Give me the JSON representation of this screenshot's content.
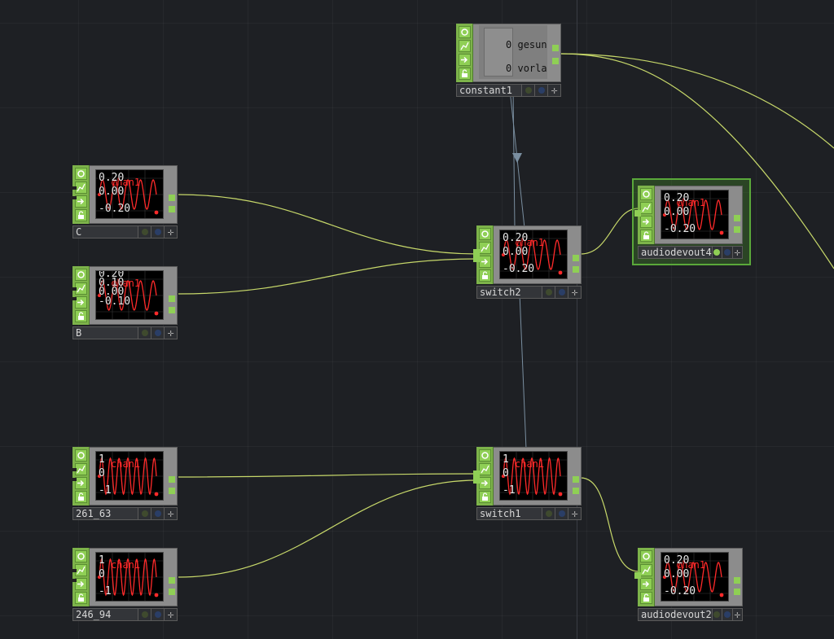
{
  "colors": {
    "wire": "#c7d86a",
    "link": "#7a8ea0",
    "wave": "#ff2a2a",
    "flag": "#8fcf55"
  },
  "constant": {
    "name": "constant1",
    "rows": [
      {
        "value": "0",
        "label": "gesund"
      },
      {
        "value": "0",
        "label": "vorlage"
      }
    ]
  },
  "nodes": {
    "c": {
      "name": "C",
      "labels": [
        "0.20",
        "0.00",
        "-0.20"
      ],
      "chan": "chan1"
    },
    "b": {
      "name": "B",
      "labels": [
        "0.20",
        "0.10",
        "0.00",
        "-0.10"
      ],
      "chan": "chan1"
    },
    "switch2": {
      "name": "switch2",
      "labels": [
        "0.20",
        "0.00",
        "-0.20"
      ],
      "chan": "chan1"
    },
    "audio4": {
      "name": "audiodevout4",
      "labels": [
        "0.20",
        "0.00",
        "-0.20"
      ],
      "chan": "chan1"
    },
    "n261": {
      "name": "261_63",
      "labels": [
        "1",
        "0",
        "-1"
      ],
      "chan": "chan1"
    },
    "switch1": {
      "name": "switch1",
      "labels": [
        "1",
        "0",
        "-1"
      ],
      "chan": "chan1"
    },
    "n246": {
      "name": "246_94",
      "labels": [
        "1",
        "0",
        "-1"
      ],
      "chan": "chan1"
    },
    "audio2": {
      "name": "audiodevout2",
      "labels": [
        "0.20",
        "0.00",
        "-0.20"
      ],
      "chan": "chan1"
    }
  }
}
